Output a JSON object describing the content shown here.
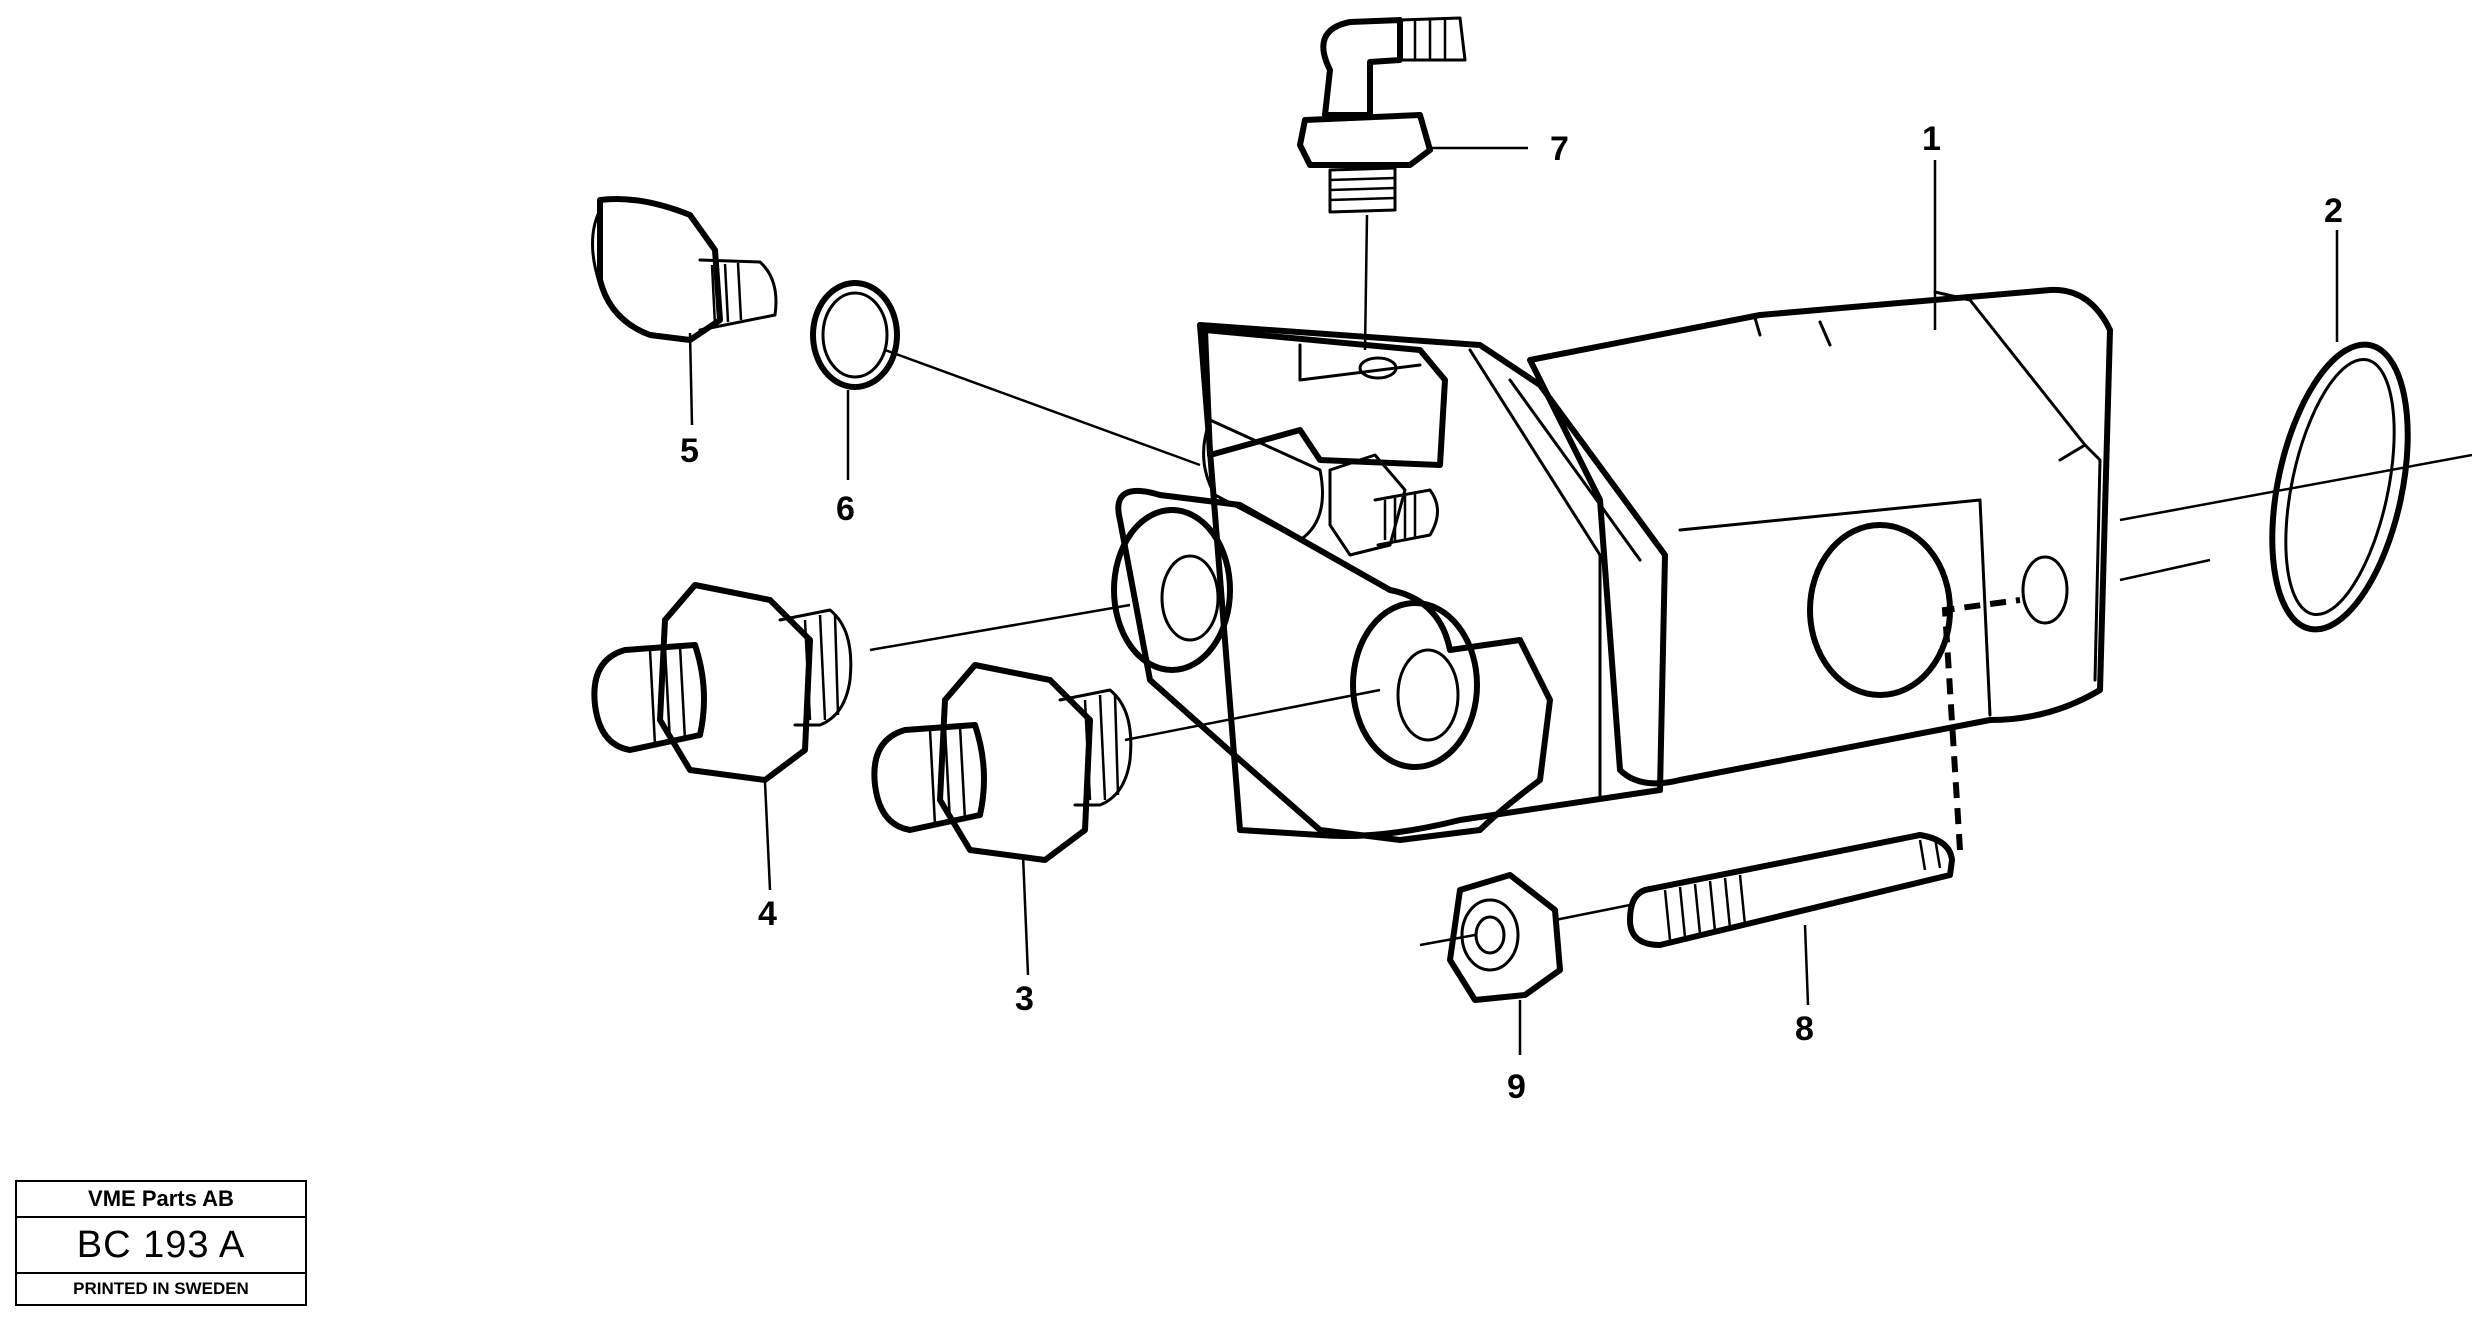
{
  "diagram": {
    "callouts": [
      "1",
      "2",
      "3",
      "4",
      "5",
      "6",
      "7",
      "8",
      "9"
    ]
  },
  "title_block": {
    "company": "VME Parts AB",
    "drawing_code": "BC 193  A",
    "printed": "PRINTED IN SWEDEN"
  }
}
